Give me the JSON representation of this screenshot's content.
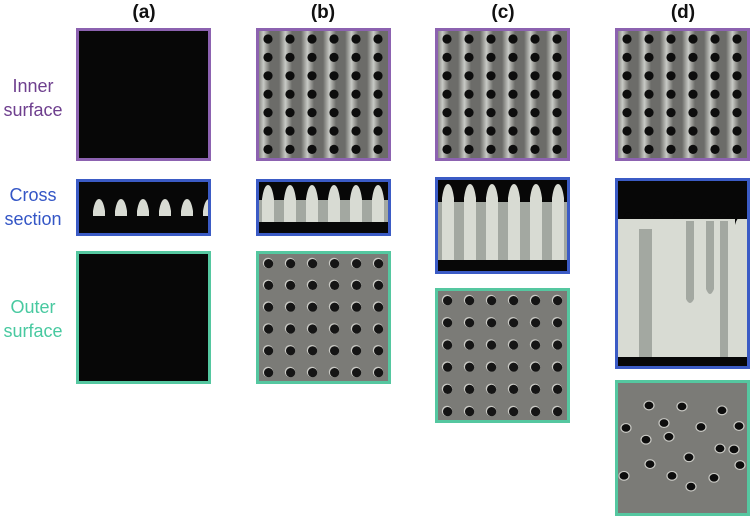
{
  "columns": [
    "(a)",
    "(b)",
    "(c)",
    "(d)"
  ],
  "rows": {
    "inner": {
      "line1": "Inner",
      "line2": "surface"
    },
    "cross": {
      "line1": "Cross",
      "line2": "section"
    },
    "outer": {
      "line1": "Outer",
      "line2": "surface"
    }
  },
  "colors": {
    "inner_border": "#8c62b0",
    "cross_border": "#3b5bc5",
    "outer_border": "#55c7a0",
    "inner_text": "#6e3f8e",
    "cross_text": "#3456c6",
    "outer_text": "#48c9a0",
    "dark_fill": "#070707",
    "pore": "#0d0d0d",
    "outer_gray": "#7b7b77",
    "tube_light": "#d8dbd3",
    "tube_mid": "#a3a8a1"
  }
}
